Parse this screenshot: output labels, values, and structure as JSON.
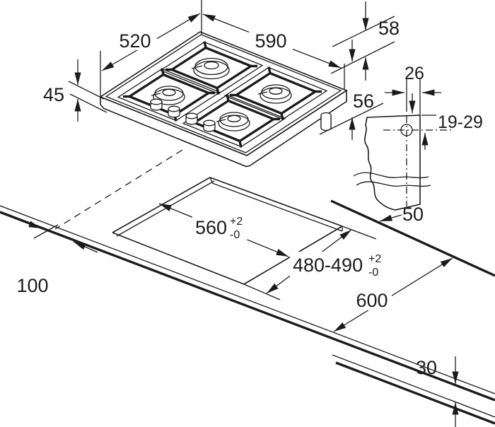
{
  "colors": {
    "line": "#1b1b1b",
    "burner_cap": "#d5d5d5",
    "background": "#ffffff"
  },
  "dimensions": {
    "hob_width": "590",
    "hob_depth": "520",
    "hob_front_height": "45",
    "hob_rear_height": "58",
    "hob_total_height": "56",
    "clamp_hole_offset": "26",
    "clamp_hole_depth_range": "19-29",
    "rear_edge_clearance": "50",
    "cutout_width": "560",
    "cutout_width_tol_plus": "+2",
    "cutout_width_tol_minus": "-0",
    "cutout_depth": "480-490",
    "cutout_depth_tol_plus": "+2",
    "cutout_depth_tol_minus": "-0",
    "worktop_depth": "600",
    "front_clearance": "100",
    "worktop_front_thickness": "30"
  }
}
